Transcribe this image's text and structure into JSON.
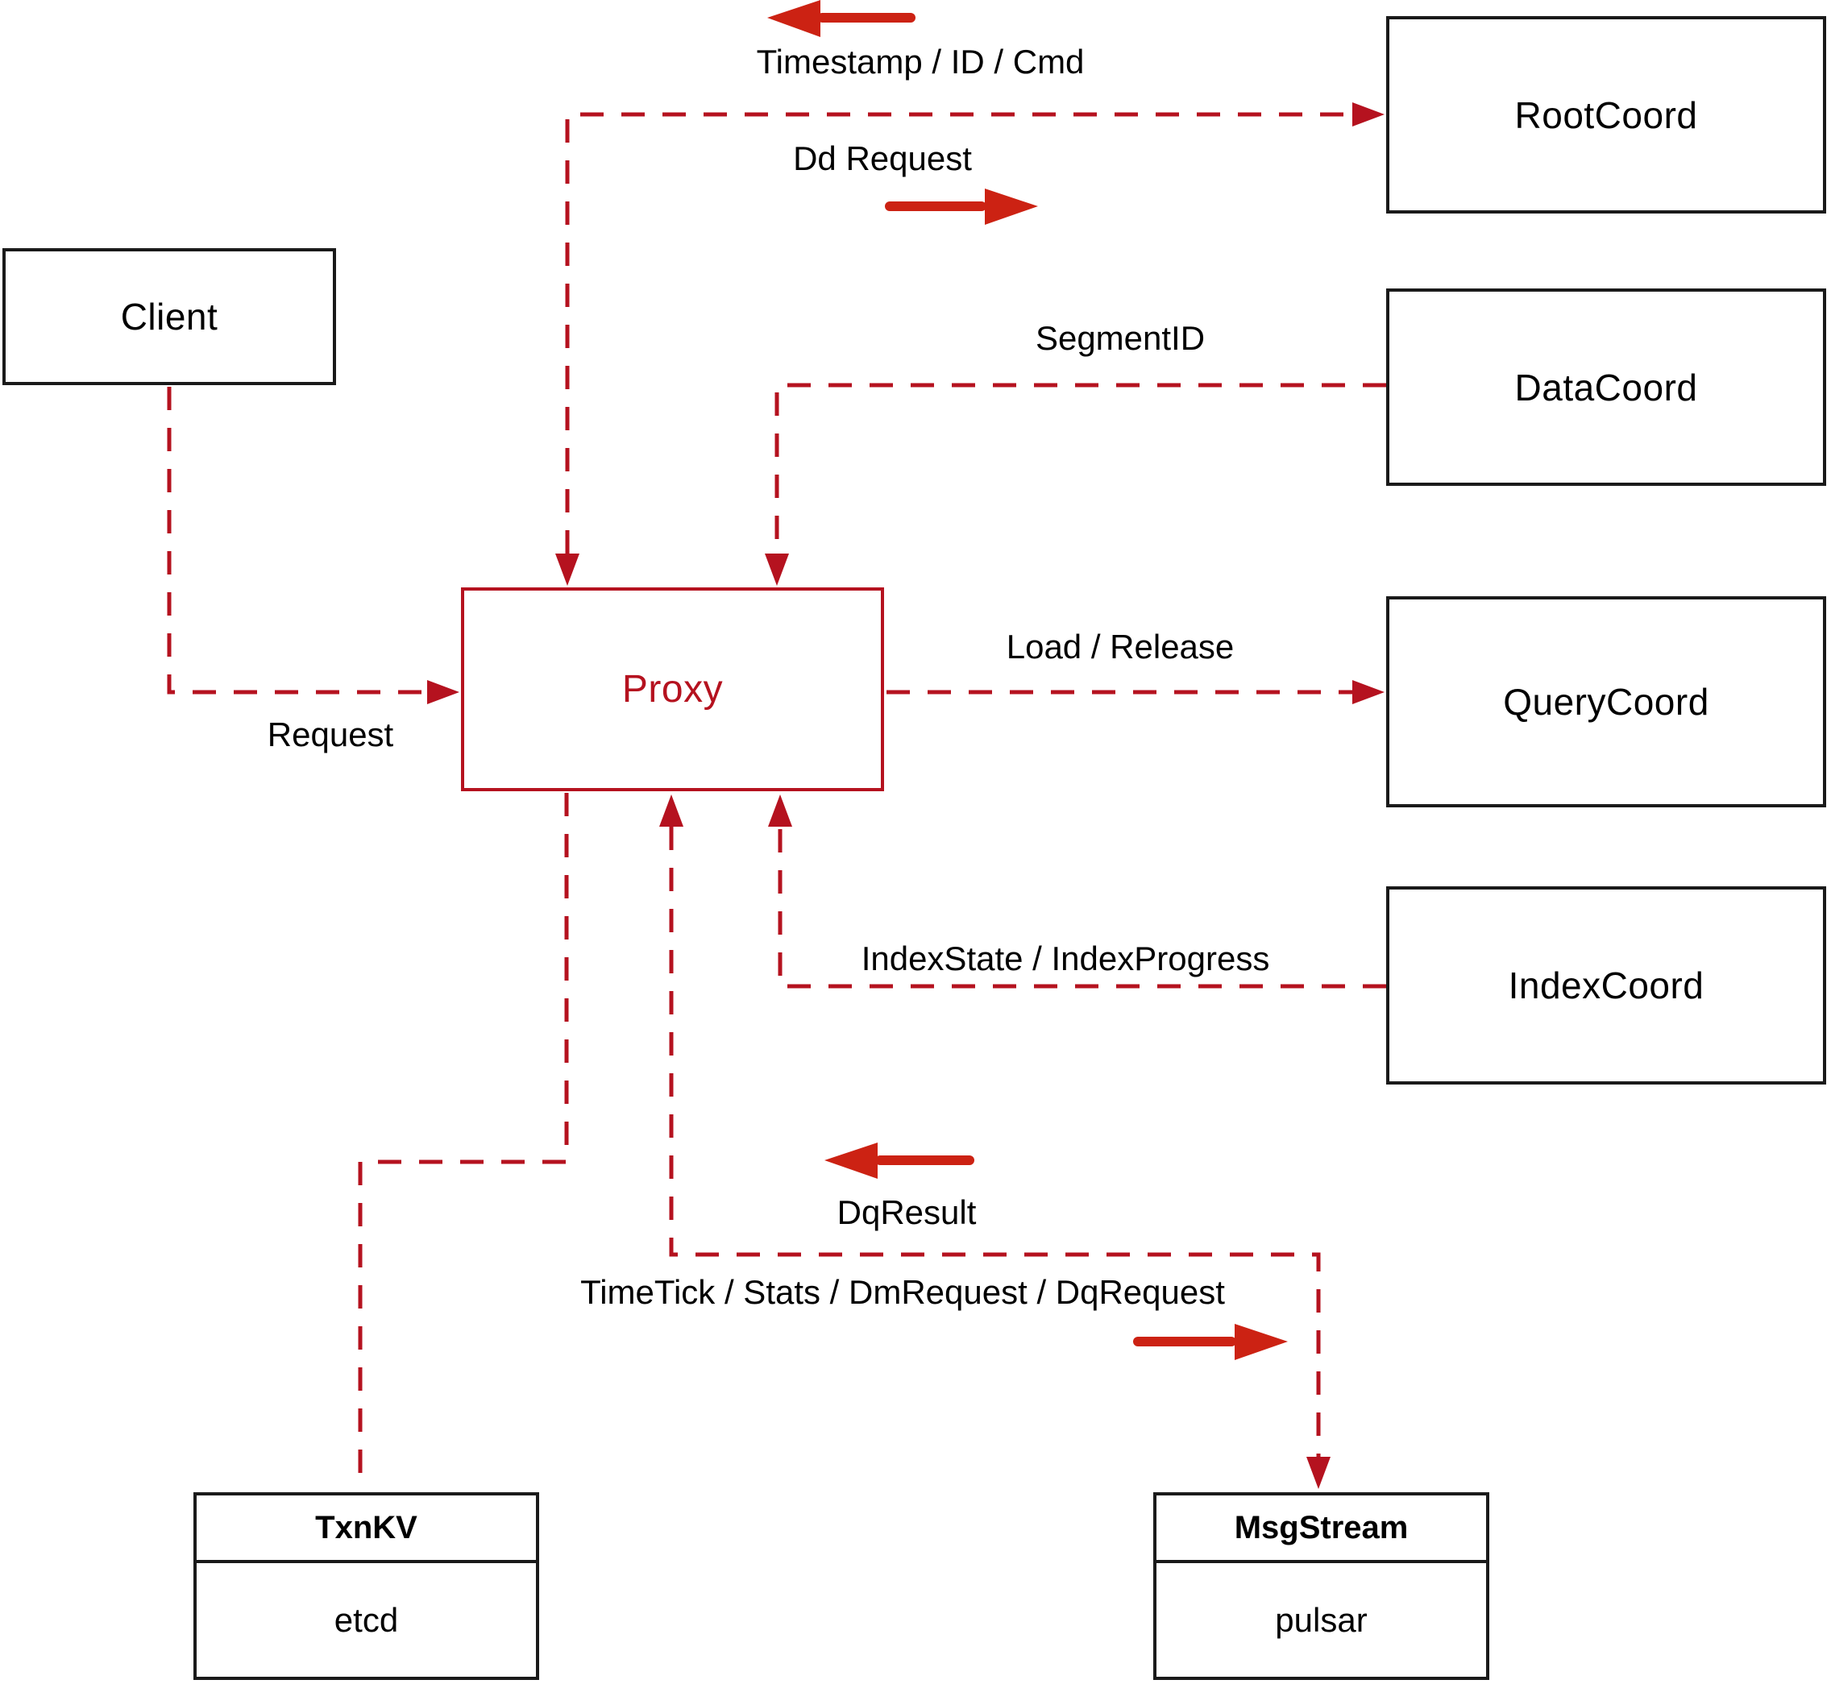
{
  "colors": {
    "line": "#b5121f",
    "arrow": "#cc2213",
    "border": "#1a1a1a",
    "text": "#000000",
    "proxy": "#b5121f",
    "bg": "#ffffff"
  },
  "nodes": {
    "client": {
      "label": "Client"
    },
    "rootcoord": {
      "label": "RootCoord"
    },
    "datacoord": {
      "label": "DataCoord"
    },
    "querycoord": {
      "label": "QueryCoord"
    },
    "indexcoord": {
      "label": "IndexCoord"
    },
    "proxy": {
      "label": "Proxy"
    },
    "txnkv": {
      "title": "TxnKV",
      "subtitle": "etcd"
    },
    "msgstream": {
      "title": "MsgStream",
      "subtitle": "pulsar"
    }
  },
  "edges": {
    "request": {
      "label": "Request"
    },
    "timestamp": {
      "label": "Timestamp / ID / Cmd"
    },
    "dd_request": {
      "label": "Dd Request"
    },
    "segment_id": {
      "label": "SegmentID"
    },
    "load_release": {
      "label": "Load / Release"
    },
    "index_state": {
      "label": "IndexState / IndexProgress"
    },
    "dq_result": {
      "label": "DqResult"
    },
    "timetick": {
      "label": "TimeTick / Stats / DmRequest / DqRequest"
    }
  }
}
